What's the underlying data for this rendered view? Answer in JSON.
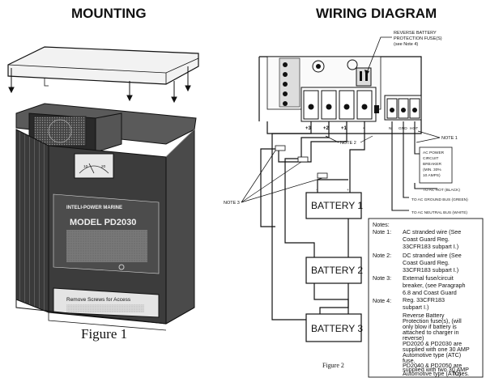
{
  "headers": {
    "mounting": "MOUNTING",
    "wiring": "WIRING DIAGRAM"
  },
  "figure1": {
    "caption": "Figure 1",
    "brand": "INTELI-POWER MARINE",
    "model": "MODEL PD2030",
    "access": "Remove Screws for Access"
  },
  "figure2": {
    "caption": "Figure 2"
  },
  "terminals": {
    "pos3": "+3",
    "pos2": "+2",
    "pos1": "+1",
    "neg": "-",
    "n": "N",
    "gnd": "GND",
    "hot": "HOT"
  },
  "labels": {
    "reverse_fuse": [
      "REVERSE BATTERY",
      "PROTECTION FUSE(S)",
      "(see Note 4)"
    ],
    "note1": "NOTE 1",
    "note2": "NOTE 2",
    "note3": "NOTE 3",
    "ac_breaker": [
      "AC POWER",
      "CIRCUIT",
      "BREAKER",
      "(MIN. 30%",
      "10 AMPS)"
    ],
    "ac_hot": "TO AC HOT (BLACK)",
    "ac_ground": "TO AC GROUND BUS (GREEN)",
    "ac_neutral": "TO AC NEUTRAL BUS (WHITE)"
  },
  "batteries": [
    "BATTERY 1",
    "BATTERY 2",
    "BATTERY 3"
  ],
  "notes": {
    "title": "Notes:",
    "items": [
      {
        "key": "Note 1:",
        "lines": [
          "AC stranded wire (See",
          "Coast Guard Reg.",
          "33CFR183 subpart I.)"
        ]
      },
      {
        "key": "Note 2:",
        "lines": [
          "DC stranded wire (See",
          "Coast Guard Reg.",
          "33CFR183 subpart I.)"
        ]
      },
      {
        "key": "Note 3:",
        "lines": [
          "External fuse/circuit",
          "breaker, (see Paragraph",
          "6.8 and Coast Guard",
          "Reg. 33CFR183",
          "subpart I.)"
        ]
      },
      {
        "key": "Note 4:",
        "lines": [
          "Reverse Battery",
          "Protection fuse(s), (will",
          "only blow if battery is",
          "attached to charger in",
          "reverse)",
          "PD2020 & PD2030 are",
          "supplied with one 30 AMP",
          "Automotive type (ATC)",
          "fuse.",
          "PD2040 & PD2050 are",
          "supplied with two 30 AMP",
          "Automotive type (ATC)",
          "fuses."
        ]
      }
    ]
  }
}
